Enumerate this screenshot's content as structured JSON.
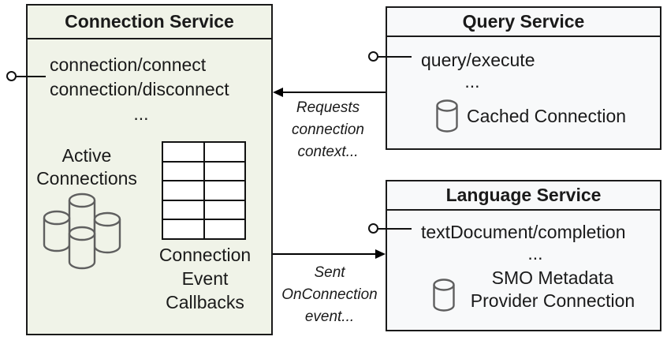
{
  "colors": {
    "connection_service_fill": "#f0f3e8",
    "query_service_fill": "#f8f9fa",
    "language_service_fill": "#f8f9fa",
    "border": "#1a1a1a",
    "cylinder_stroke": "#5f5f5f",
    "arrow": "#000000"
  },
  "connection_service": {
    "title": "Connection Service",
    "methods": [
      "connection/connect",
      "connection/disconnect"
    ],
    "ellipsis": "...",
    "active_connections": [
      "Active",
      "Connections"
    ],
    "callbacks": [
      "Connection",
      "Event",
      "Callbacks"
    ]
  },
  "query_service": {
    "title": "Query Service",
    "methods": [
      "query/execute"
    ],
    "ellipsis": "...",
    "cached_connection": "Cached Connection"
  },
  "language_service": {
    "title": "Language Service",
    "methods": [
      "textDocument/completion"
    ],
    "ellipsis": "...",
    "smo": [
      "SMO Metadata",
      "Provider Connection"
    ]
  },
  "arrows": {
    "requests": [
      "Requests",
      "connection",
      "context..."
    ],
    "sent": [
      "Sent",
      "OnConnection",
      "event..."
    ]
  }
}
